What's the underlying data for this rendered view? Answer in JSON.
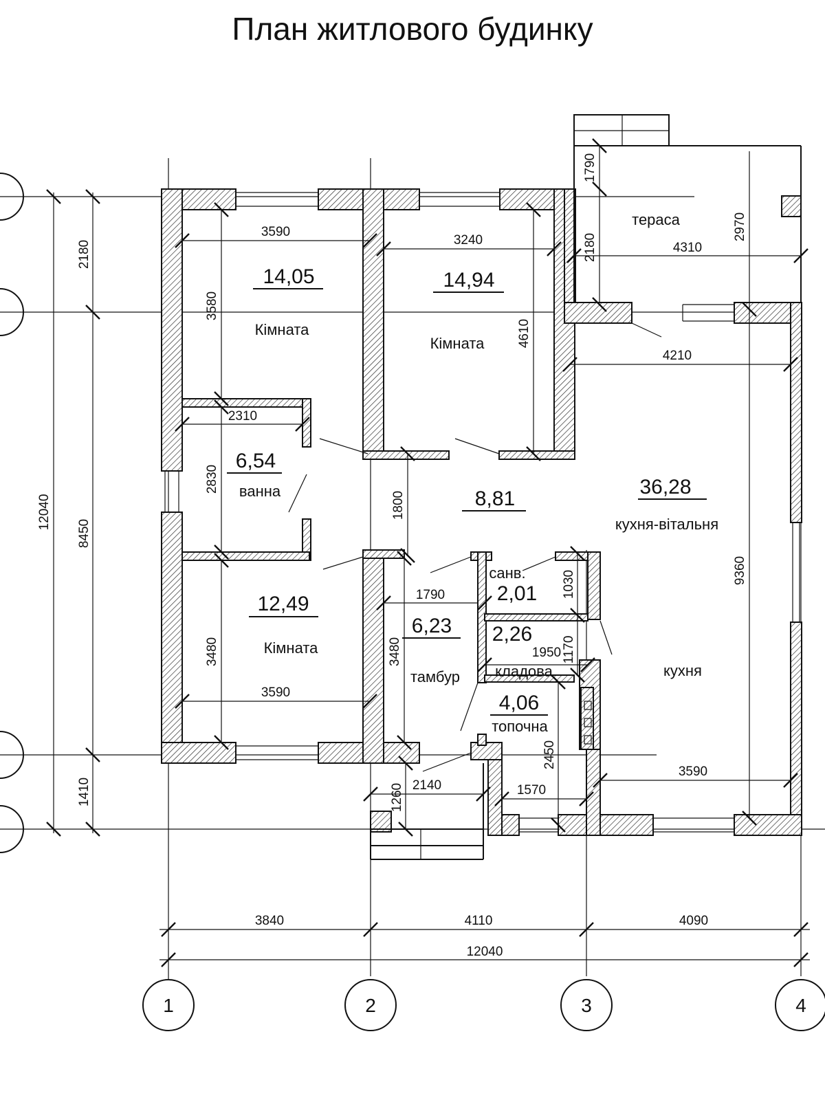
{
  "title": "План житлового будинку",
  "axes": {
    "vertical": [
      "1",
      "2",
      "3",
      "4"
    ]
  },
  "rooms": [
    {
      "id": "room-1",
      "area": "14,05",
      "name": "Кімната"
    },
    {
      "id": "room-2",
      "area": "14,94",
      "name": "Кімната"
    },
    {
      "id": "bath",
      "area": "6,54",
      "name": "ванна"
    },
    {
      "id": "hall",
      "area": "8,81",
      "name": ""
    },
    {
      "id": "living",
      "area": "36,28",
      "name": "кухня-вітальня"
    },
    {
      "id": "room-3",
      "area": "12,49",
      "name": "Кімната"
    },
    {
      "id": "vestibule",
      "area": "6,23",
      "name": "тамбур"
    },
    {
      "id": "wc",
      "area": "2,01",
      "name": "санв."
    },
    {
      "id": "pantry",
      "area": "2,26",
      "name": "кладова"
    },
    {
      "id": "boiler",
      "area": "4,06",
      "name": "топочна"
    },
    {
      "id": "terrace",
      "area": "",
      "name": "тераса"
    },
    {
      "id": "kitchen",
      "area": "",
      "name": "кухня"
    }
  ],
  "dimensions": {
    "bottom_row1": [
      "3840",
      "4110",
      "4090"
    ],
    "bottom_total": "12040",
    "left_outer": "12040",
    "left_inner": [
      "2180",
      "8450",
      "1410"
    ],
    "inner": {
      "room1_w": "3590",
      "room1_h": "3580",
      "room2_w": "3240",
      "room2_h": "4610",
      "bath_w": "2310",
      "bath_h": "2830",
      "hall_h": "1800",
      "room3_w": "3590",
      "room3_h": "3480",
      "vest_w": "1790",
      "vest_h": "3480",
      "wc_h": "1030",
      "pantry_w": "1950",
      "pantry_h": "1170",
      "boiler_h": "2450",
      "boiler_w": "1570",
      "porch_w": "2140",
      "porch_h": "1260",
      "kitchen_w": "3590",
      "living_w": "4210",
      "living_h": "9360",
      "terr_h1": "1790",
      "terr_h2": "2180",
      "terr_w": "4310",
      "terr_h3": "2970"
    }
  }
}
